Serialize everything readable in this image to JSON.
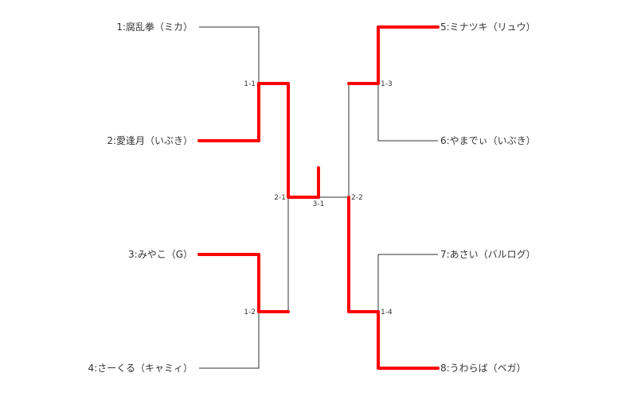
{
  "bracket": {
    "players": [
      {
        "id": 1,
        "label": "1:腐乱拳（ミカ）"
      },
      {
        "id": 2,
        "label": "2:愛逢月（いぶき）"
      },
      {
        "id": 3,
        "label": "3:みやこ（G）"
      },
      {
        "id": 4,
        "label": "4:さーくる（キャミィ）"
      },
      {
        "id": 5,
        "label": "5:ミナツキ（リュウ）"
      },
      {
        "id": 6,
        "label": "6:やまでぃ（いぶき）"
      },
      {
        "id": 7,
        "label": "7:あさい（バルログ）"
      },
      {
        "id": 8,
        "label": "8:うわらば（ベガ）"
      }
    ],
    "matches": [
      {
        "id": "1-1",
        "label": "1-1",
        "between": [
          1,
          2
        ],
        "winner": 2
      },
      {
        "id": "1-2",
        "label": "1-2",
        "between": [
          3,
          4
        ],
        "winner": 3
      },
      {
        "id": "1-3",
        "label": "1-3",
        "between": [
          5,
          6
        ],
        "winner": 5
      },
      {
        "id": "1-4",
        "label": "1-4",
        "between": [
          7,
          8
        ],
        "winner": 8
      },
      {
        "id": "2-1",
        "label": "2-1",
        "between": [
          "1-1",
          "1-2"
        ],
        "winner": "1-1"
      },
      {
        "id": "2-2",
        "label": "2-2",
        "between": [
          "1-3",
          "1-4"
        ],
        "winner": "1-4"
      },
      {
        "id": "3-1",
        "label": "3-1",
        "between": [
          "2-1",
          "2-2"
        ],
        "winner": "2-1"
      }
    ],
    "colors": {
      "winner_path": "#ff0000",
      "line": "#333333",
      "text": "#333333"
    }
  }
}
